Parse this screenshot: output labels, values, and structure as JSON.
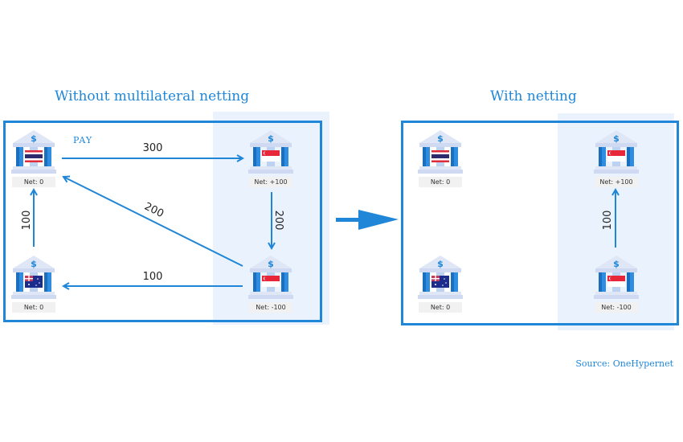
{
  "panels": {
    "left": {
      "title": "Without multilateral netting",
      "pay_label": "PAY",
      "banks": {
        "thailand": {
          "flag": "thailand-flag",
          "net": "Net: 0"
        },
        "singapore_top": {
          "flag": "singapore-flag",
          "net": "Net: +100"
        },
        "australia": {
          "flag": "australia-flag",
          "net": "Net: 0"
        },
        "singapore_bottom": {
          "flag": "singapore-flag",
          "net": "Net: -100"
        }
      },
      "flows": [
        {
          "from": "thailand",
          "to": "singapore_top",
          "amount": "300"
        },
        {
          "from": "singapore_top",
          "to": "singapore_bottom",
          "amount": "200"
        },
        {
          "from": "singapore_bottom",
          "to": "thailand",
          "amount": "200"
        },
        {
          "from": "singapore_bottom",
          "to": "australia",
          "amount": "100"
        },
        {
          "from": "australia",
          "to": "thailand",
          "amount": "100"
        }
      ]
    },
    "right": {
      "title": "With netting",
      "banks": {
        "thailand": {
          "flag": "thailand-flag",
          "net": "Net: 0"
        },
        "singapore_top": {
          "flag": "singapore-flag",
          "net": "Net: +100"
        },
        "australia": {
          "flag": "australia-flag",
          "net": "Net: 0"
        },
        "singapore_bottom": {
          "flag": "singapore-flag",
          "net": "Net: -100"
        }
      },
      "flows": [
        {
          "from": "singapore_bottom",
          "to": "singapore_top",
          "amount": "100"
        }
      ]
    }
  },
  "transition_arrow": "arrow-right-icon",
  "source": "Source: OneHypernet",
  "colors": {
    "accent": "#1f86d8",
    "shade": "#eaf3fd",
    "column": "#2e8de0",
    "roof": "#dfe7f7"
  }
}
